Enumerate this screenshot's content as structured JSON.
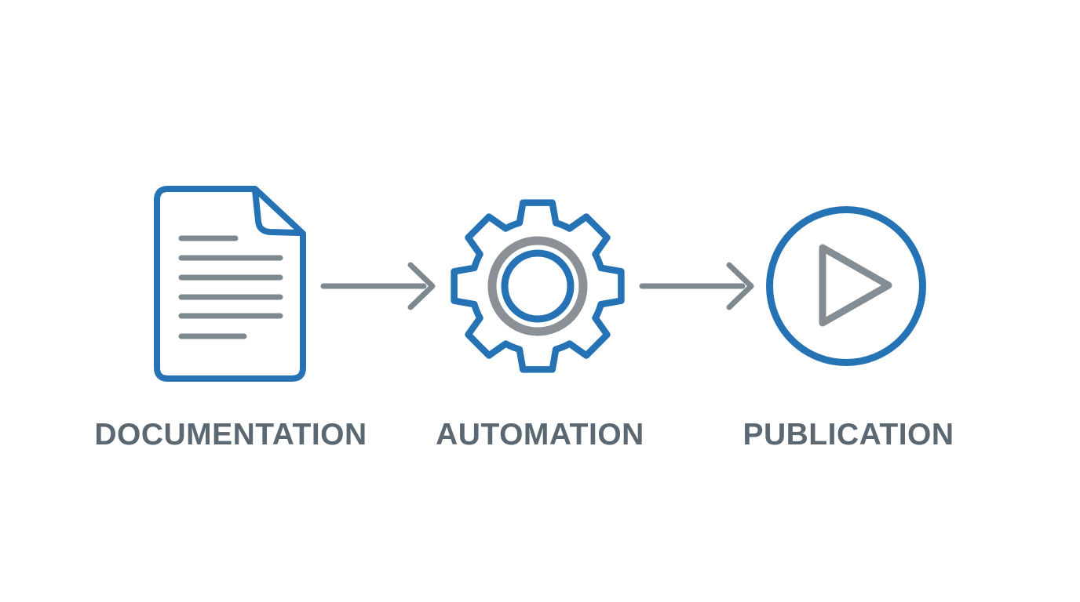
{
  "diagram": {
    "type": "process-flow",
    "steps": [
      {
        "id": "documentation",
        "label": "DOCUMENTATION",
        "icon": "document-icon"
      },
      {
        "id": "automation",
        "label": "AUTOMATION",
        "icon": "gear-icon"
      },
      {
        "id": "publication",
        "label": "PUBLICATION",
        "icon": "play-circle-icon"
      }
    ],
    "connectors": [
      {
        "from": "documentation",
        "to": "automation",
        "icon": "arrow-right-icon"
      },
      {
        "from": "automation",
        "to": "publication",
        "icon": "arrow-right-icon"
      }
    ],
    "colors": {
      "accent_blue": "#2573b5",
      "icon_gray": "#7e898f",
      "gear_ring_gray": "#8a9095",
      "label_text": "#5b6771",
      "background": "#ffffff"
    }
  }
}
